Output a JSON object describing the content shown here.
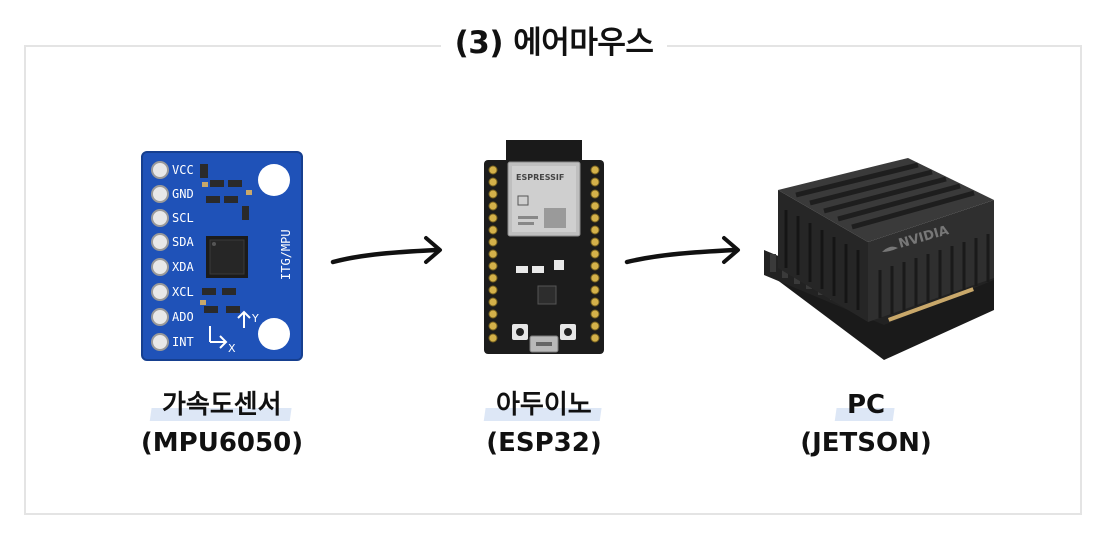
{
  "title": "(3) 에어마우스",
  "nodes": [
    {
      "name": "가속도센서",
      "model": "(MPU6050)",
      "pin_labels": [
        "VCC",
        "GND",
        "SCL",
        "SDA",
        "XDA",
        "XCL",
        "ADO",
        "INT"
      ],
      "board_text": "ITG/MPU",
      "axis_labels": [
        "Y",
        "X"
      ]
    },
    {
      "name": "아두이노",
      "model": "(ESP32)",
      "module_brand": "ESPRESSIF"
    },
    {
      "name": "PC",
      "model": "(JETSON)",
      "brand": "NVIDIA"
    }
  ],
  "colors": {
    "frame": "#e4e4e4",
    "highlight": "#dde7f6",
    "sensor_board": "#1f52b8",
    "esp_board": "#1c1c1c",
    "jetson_body": "#2b2b2b"
  }
}
